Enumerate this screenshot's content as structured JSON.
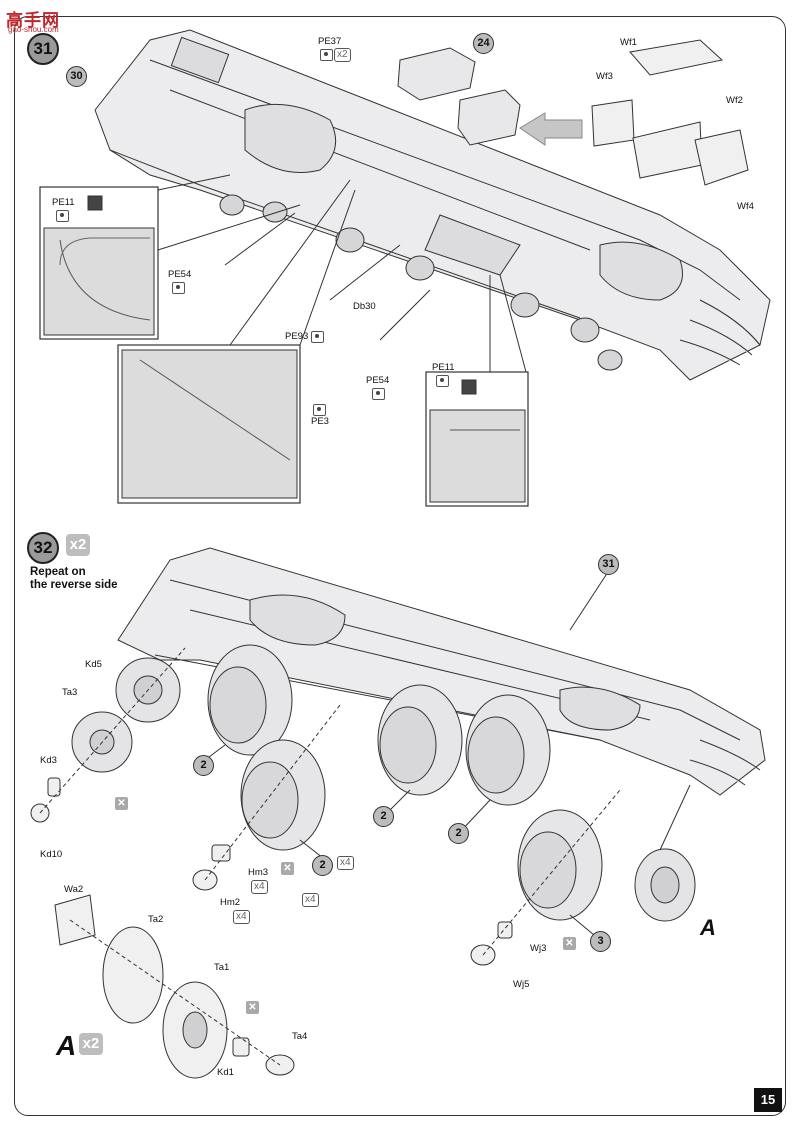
{
  "watermark": {
    "text": "高手网",
    "sub": "gao-shou.com"
  },
  "page_number": "15",
  "step31": {
    "number": "31",
    "callouts": {
      "prev": "30",
      "box": "24"
    },
    "labels": {
      "pe37": "PE37",
      "pe37_qty": "x2",
      "pe11_left": "PE11",
      "pe54_left": "PE54",
      "db30": "Db30",
      "pe93": "PE93",
      "pe3": "PE3",
      "pe54_right": "PE54",
      "pe11_right": "PE11",
      "wf1": "Wf1",
      "wf2": "Wf2",
      "wf3": "Wf3",
      "wf4": "Wf4"
    }
  },
  "step32": {
    "number": "32",
    "qty": "x2",
    "note_line1": "Repeat on",
    "note_line2": "the reverse side",
    "callouts": {
      "prev": "31",
      "wheel": "2",
      "wheel_alt": "3"
    },
    "labels": {
      "kd5": "Kd5",
      "ta3": "Ta3",
      "kd3": "Kd3",
      "kd10": "Kd10",
      "hm3": "Hm3",
      "hm2": "Hm2",
      "hm3_qty": "x4",
      "hm2_qty": "x4",
      "extra_qty": "x4",
      "wheel_qty": "x4",
      "wj3": "Wj3",
      "wj5": "Wj5",
      "wa2": "Wa2",
      "ta2": "Ta2",
      "ta1": "Ta1",
      "ta4": "Ta4",
      "kd1": "Kd1"
    },
    "subassembly_letter": "A",
    "subassembly_qty": "x2"
  },
  "colors": {
    "hull": "#e8e8ea",
    "outline": "#333333",
    "step_fill": "#9a9a9a",
    "panel": "#d8d8d8"
  }
}
